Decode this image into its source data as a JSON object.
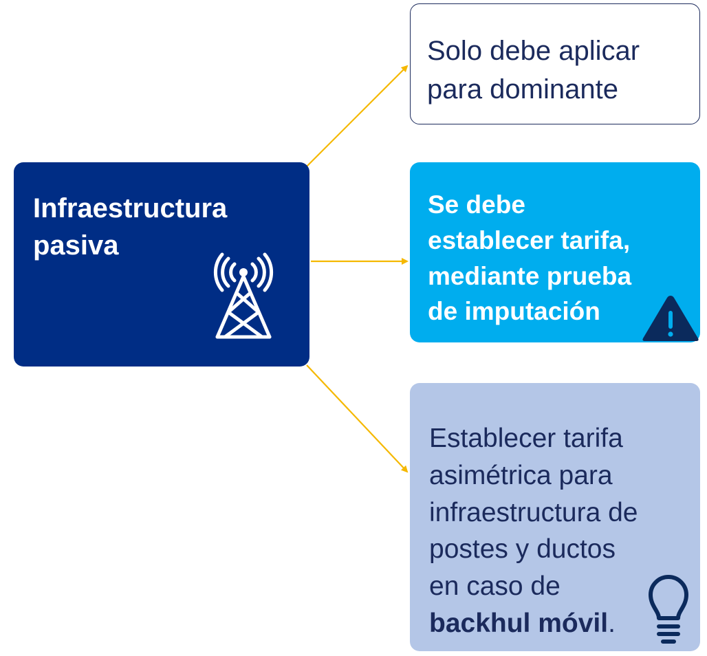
{
  "source": {
    "title_line1": "Infraestructura",
    "title_line2": "pasiva",
    "icon": "cell-tower-icon"
  },
  "outcomes": {
    "top": {
      "line1": "Solo debe aplicar",
      "line2": "para dominante"
    },
    "middle": {
      "line1": "Se debe",
      "line2": "establecer tarifa,",
      "line3": "mediante prueba",
      "line4": "de imputación",
      "icon": "warning-icon"
    },
    "bottom": {
      "line1": "Establecer tarifa",
      "line2": "asimétrica para",
      "line3": "infraestructura de",
      "line4": "postes y ductos",
      "line5": "en caso de",
      "bold": "backhul móvil",
      "suffix": ".",
      "icon": "lightbulb-icon"
    }
  },
  "colors": {
    "source_bg": "#002d85",
    "middle_bg": "#00adee",
    "bottom_bg": "#b4c6e7",
    "arrow": "#f5b800",
    "text_dark": "#1b2a5c"
  }
}
